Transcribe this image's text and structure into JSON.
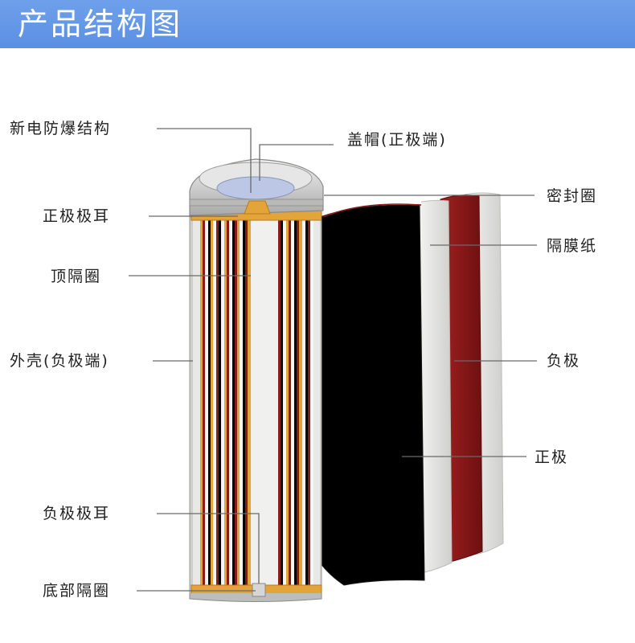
{
  "header": {
    "title": "产品结构图"
  },
  "labels": {
    "explosion_proof": "新电防爆结构",
    "cap": "盖帽(正极端)",
    "seal_ring": "密封圈",
    "positive_tab": "正极极耳",
    "separator": "隔膜纸",
    "top_insulator": "顶隔圈",
    "shell": "外壳(负极端)",
    "negative": "负极",
    "positive": "正极",
    "negative_tab": "负极极耳",
    "bottom_insulator": "底部隔圈"
  },
  "colors": {
    "header": "#5b8fe3",
    "negative_layer": "#8c1a1a",
    "positive_layer": "#000000",
    "separator": "#e4e4e0",
    "tab_gold": "#e3a43a"
  }
}
